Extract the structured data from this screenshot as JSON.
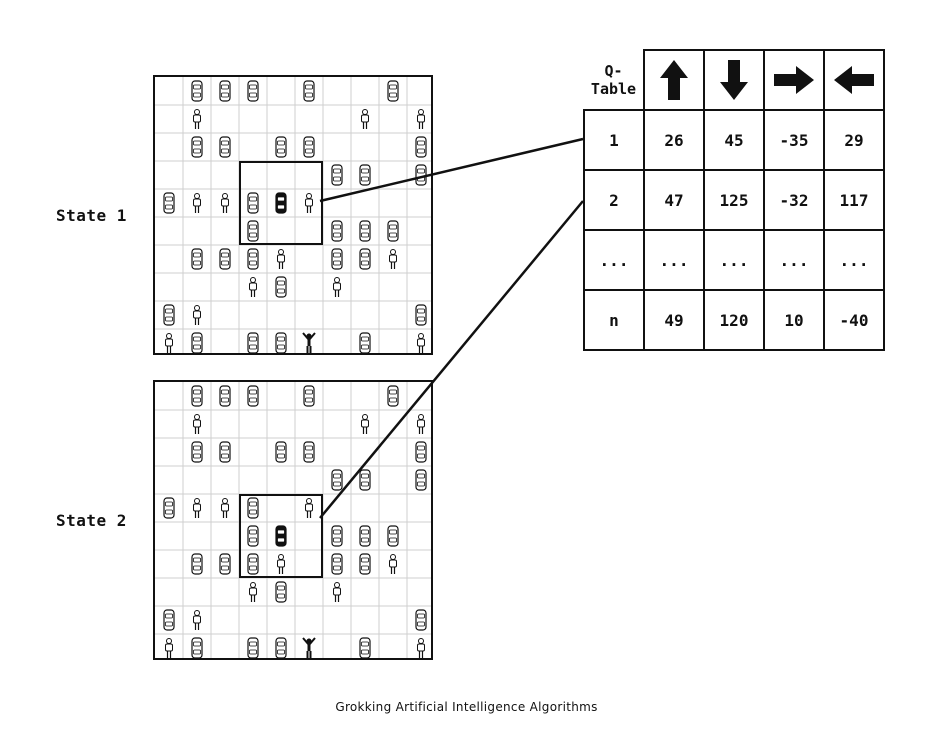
{
  "states": [
    {
      "label": "State 1"
    },
    {
      "label": "State 2"
    }
  ],
  "q_table": {
    "title": "Q-Table",
    "actions": [
      {
        "icon": "arrow-up-icon"
      },
      {
        "icon": "arrow-down-icon"
      },
      {
        "icon": "arrow-right-icon"
      },
      {
        "icon": "arrow-left-icon"
      }
    ],
    "rows": [
      {
        "state": "1",
        "values": [
          "26",
          "45",
          "-35",
          "29"
        ]
      },
      {
        "state": "2",
        "values": [
          "47",
          "125",
          "-32",
          "117"
        ]
      },
      {
        "state": "...",
        "values": [
          "...",
          "...",
          "...",
          "..."
        ]
      },
      {
        "state": "n",
        "values": [
          "49",
          "120",
          "10",
          "-40"
        ]
      }
    ]
  },
  "footer": "Grokking Artificial Intelligence Algorithms"
}
